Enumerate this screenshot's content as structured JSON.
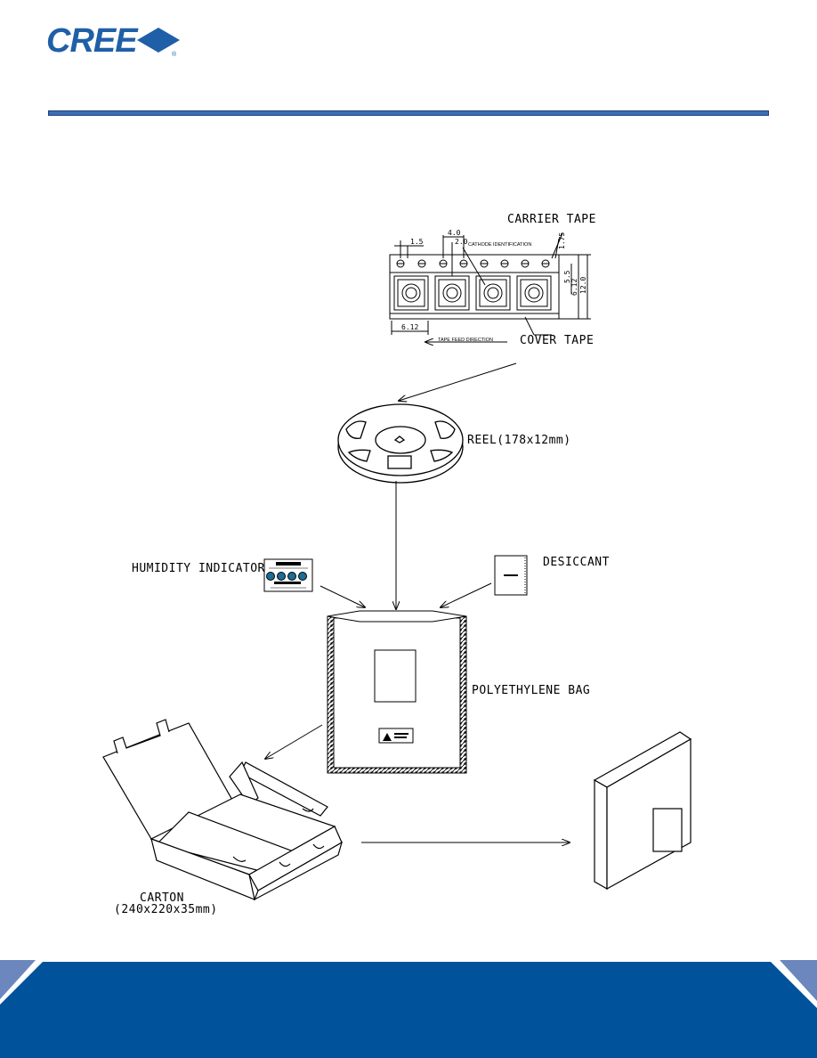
{
  "brand": {
    "logo_text": "CREE",
    "registered_mark": "®",
    "color": "#1f5fa8"
  },
  "colors": {
    "header_rule": "#3a6fb8",
    "footer": "#00529a",
    "footer_corner": "#6b87bd"
  },
  "diagram": {
    "carrier_tape_label": "CARRIER TAPE",
    "cover_tape_label": "COVER TAPE",
    "cathode_label": "CATHODE IDENTIFICATION",
    "feed_direction_label": "TAPE FEED DIRECTION",
    "dims": {
      "pitch_sprocket": "4.0",
      "pitch_pocket": "2.0",
      "hole_dia": "1.5",
      "edge": "1.75",
      "track": "5.5",
      "pocket_w": "6.12",
      "tape_w": "12.0",
      "pocket_len": "6.12"
    },
    "reel_label": "REEL(178x12mm)",
    "humidity_label": "HUMIDITY INDICATOR",
    "desiccant_label": "DESICCANT",
    "bag_label": "POLYETHYLENE BAG",
    "carton_label": "CARTON",
    "carton_dims": "(240x220x35mm)"
  }
}
